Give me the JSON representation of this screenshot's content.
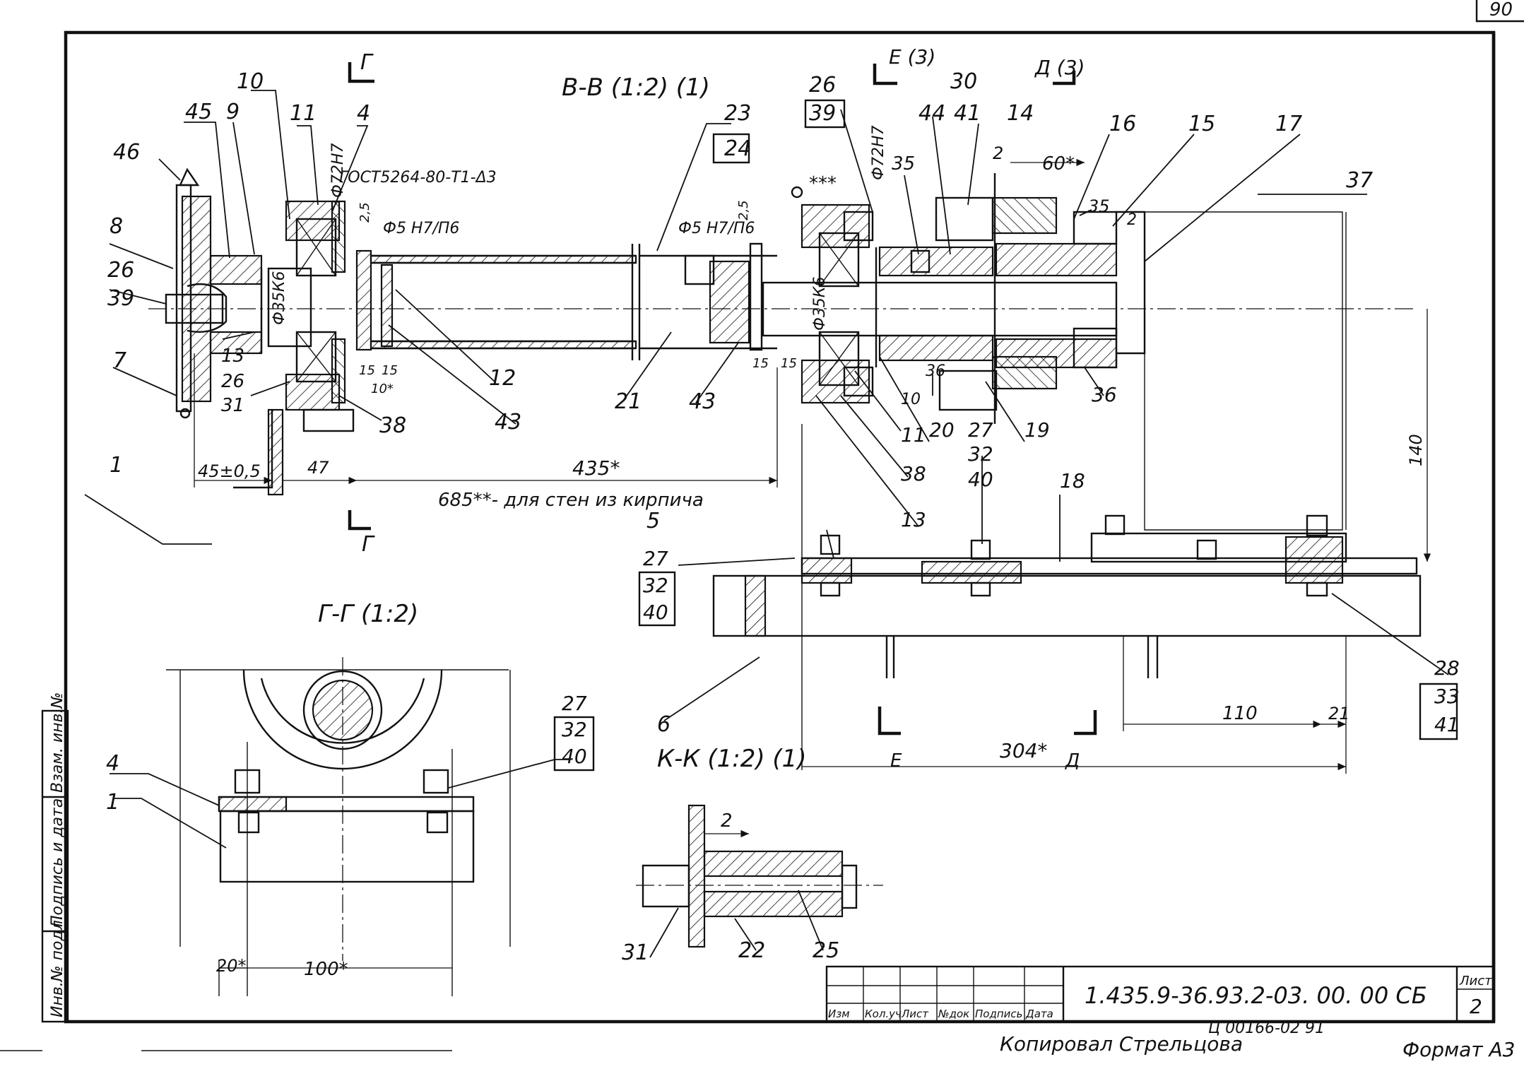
{
  "sheet_corner_number": "90",
  "main_view": {
    "title": "В-В (1:2) (1)",
    "section_g_top": "Г",
    "section_g_bottom": "Г",
    "section_e": "Е (3)",
    "section_d": "Д (3)",
    "standard_note": "ГОСТ5264-80-Т1-Δ3",
    "weld_note": "***",
    "fit_p2h7_left": "Ф72Н7",
    "fit_p2h7_right": "Ф72Н7",
    "fit_5h7_left": "Ф5 Н7/П6",
    "fit_5h7_mid": "Ф5 Н7/П6",
    "fit_35k6_left": "Ф35К6",
    "fit_35k6_right": "Ф35К6",
    "weld_size_25": "2,5",
    "weld_size_25b": "2,5",
    "dim_45": "45±0,5",
    "dim_47": "47",
    "dim_435": "435*",
    "dim_685": "685**- для стен из кирпича",
    "dim_15a": "15",
    "dim_15b": "15",
    "dim_10": "10*",
    "dim_15c": "15",
    "dim_15d": "15",
    "dim_60": "60*",
    "dim_2": "2",
    "dim_140": "140",
    "dim_110": "110",
    "dim_21": "21",
    "dim_304": "304*",
    "section_d_mark": "Д",
    "section_e_mark": "Е"
  },
  "callouts": [
    "46",
    "45",
    "9",
    "10",
    "11",
    "4",
    "8",
    "26",
    "39",
    "7",
    "13",
    "26",
    "31",
    "38",
    "12",
    "43",
    "23",
    "24",
    "21",
    "43",
    "26",
    "39",
    "35",
    "44",
    "30",
    "41",
    "14",
    "16",
    "15",
    "17",
    "37",
    "35",
    "36",
    "11",
    "10",
    "20",
    "38",
    "13",
    "27",
    "32",
    "40",
    "19",
    "18",
    "5",
    "27",
    "32",
    "40",
    "6",
    "28",
    "33",
    "41",
    "36",
    "2",
    "1",
    "5"
  ],
  "callout_labels": {
    "c46": "46",
    "c45": "45",
    "c9": "9",
    "c10": "10",
    "c11": "11",
    "c4": "4",
    "c8": "8",
    "c26a": "26",
    "c39a": "39",
    "c7": "7",
    "c13a": "13",
    "c26b": "26",
    "c31a": "31",
    "c38a": "38",
    "c12": "12",
    "c43a": "43",
    "c23": "23",
    "c24": "24",
    "c21": "21",
    "c43b": "43",
    "c26c": "26",
    "c39b": "39",
    "c35a": "35",
    "c44": "44",
    "c30": "30",
    "c41a": "41",
    "c14": "14",
    "c5a": "5",
    "c16": "16",
    "c15": "15",
    "c17": "17",
    "c37": "37",
    "c35b": "35",
    "c36a": "36",
    "c36b": "36",
    "c11b": "11",
    "c10b": "10",
    "c20": "20",
    "c27a": "27",
    "c32a": "32",
    "c40a": "40",
    "c19": "19",
    "c18": "18",
    "c38b": "38",
    "c13b": "13",
    "c5b": "5",
    "c27b": "27",
    "c32b": "32",
    "c40b": "40",
    "c6": "6",
    "c28": "28",
    "c33": "33",
    "c41b": "41",
    "c1": "1"
  },
  "view_g": {
    "title": "Г-Г (1:2)",
    "c4": "4",
    "c1": "1",
    "c27": "27",
    "c32": "32",
    "c40": "40",
    "dim_20": "20*",
    "dim_100": "100*"
  },
  "view_k": {
    "title": "К-К (1:2) (1)",
    "dim_2": "2",
    "c31": "31",
    "c22": "22",
    "c25": "25"
  },
  "title_block": {
    "designation": "1.435.9-36.93.2-03. 00. 00 СБ",
    "sheet_label": "Лист",
    "sheet_no": "2",
    "cols": [
      "Изм",
      "Кол.уч",
      "Лист",
      "№док",
      "Подпись",
      "Дата"
    ],
    "copied_by": "Копировал Стрельцова",
    "order_no": "Ц 00166-02   91",
    "format": "Формат А3"
  },
  "side_stamp": {
    "cells": [
      "Инв.№ подл.",
      "Подпись и дата",
      "Взам. инв.№"
    ]
  }
}
